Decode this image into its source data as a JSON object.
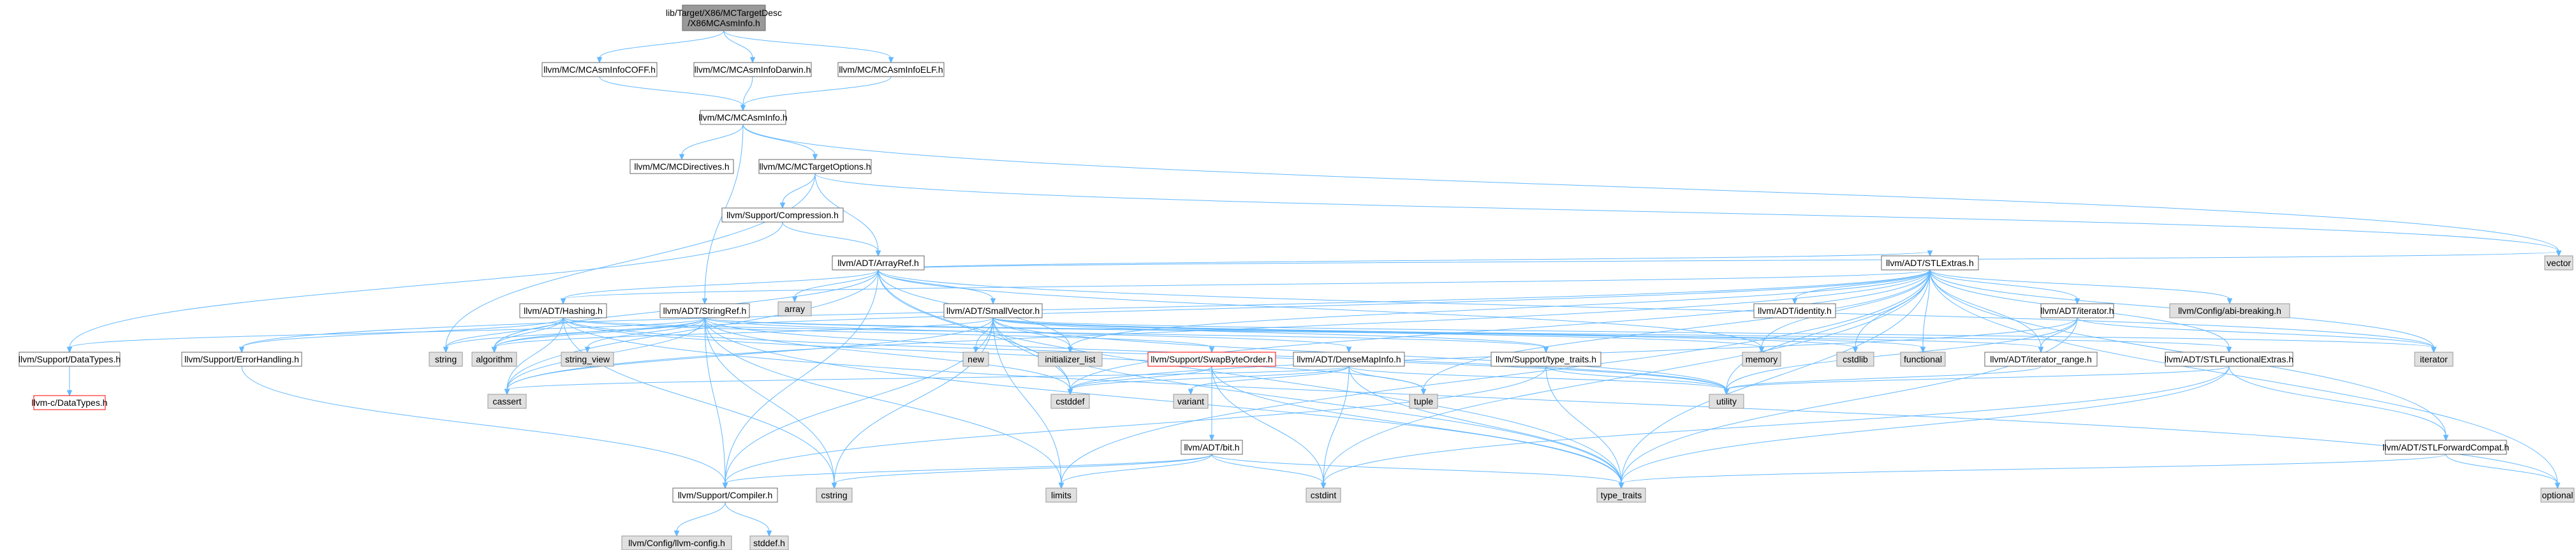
{
  "colors": {
    "edge": "#63b8ff",
    "root_fill": "#999999",
    "root_stroke": "#666666",
    "header_fill": "#ffffff",
    "header_stroke": "#666666",
    "external_fill": "#e0e0e0",
    "external_stroke": "#999999",
    "incomplete_stroke": "#ff0000",
    "text": "#000000"
  },
  "nodes": [
    {
      "id": "root",
      "lines": [
        "lib/Target/X86/MCTargetDesc",
        "/X86MCAsmInfo.h"
      ],
      "kind": "root"
    },
    {
      "id": "coff",
      "lines": [
        "llvm/MC/MCAsmInfoCOFF.h"
      ],
      "kind": "header"
    },
    {
      "id": "darwin",
      "lines": [
        "llvm/MC/MCAsmInfoDarwin.h"
      ],
      "kind": "header"
    },
    {
      "id": "elf",
      "lines": [
        "llvm/MC/MCAsmInfoELF.h"
      ],
      "kind": "header"
    },
    {
      "id": "asminfo",
      "lines": [
        "llvm/MC/MCAsmInfo.h"
      ],
      "kind": "header"
    },
    {
      "id": "directives",
      "lines": [
        "llvm/MC/MCDirectives.h"
      ],
      "kind": "header"
    },
    {
      "id": "targetopts",
      "lines": [
        "llvm/MC/MCTargetOptions.h"
      ],
      "kind": "header"
    },
    {
      "id": "compression",
      "lines": [
        "llvm/Support/Compression.h"
      ],
      "kind": "header"
    },
    {
      "id": "arrayref",
      "lines": [
        "llvm/ADT/ArrayRef.h"
      ],
      "kind": "header"
    },
    {
      "id": "array",
      "lines": [
        "array"
      ],
      "kind": "external"
    },
    {
      "id": "stlextras",
      "lines": [
        "llvm/ADT/STLExtras.h"
      ],
      "kind": "header"
    },
    {
      "id": "vector",
      "lines": [
        "vector"
      ],
      "kind": "external"
    },
    {
      "id": "hashing",
      "lines": [
        "llvm/ADT/Hashing.h"
      ],
      "kind": "header"
    },
    {
      "id": "stringref",
      "lines": [
        "llvm/ADT/StringRef.h"
      ],
      "kind": "header"
    },
    {
      "id": "smallvector",
      "lines": [
        "llvm/ADT/SmallVector.h"
      ],
      "kind": "header"
    },
    {
      "id": "identity",
      "lines": [
        "llvm/ADT/identity.h"
      ],
      "kind": "header"
    },
    {
      "id": "iterator",
      "lines": [
        "llvm/ADT/iterator.h"
      ],
      "kind": "header"
    },
    {
      "id": "abibreaking",
      "lines": [
        "llvm/Config/abi-breaking.h"
      ],
      "kind": "external"
    },
    {
      "id": "datatypes",
      "lines": [
        "llvm/Support/DataTypes.h"
      ],
      "kind": "header"
    },
    {
      "id": "cdatatypes",
      "lines": [
        "llvm-c/DataTypes.h"
      ],
      "kind": "incomplete"
    },
    {
      "id": "errorhandling",
      "lines": [
        "llvm/Support/ErrorHandling.h"
      ],
      "kind": "header"
    },
    {
      "id": "string",
      "lines": [
        "string"
      ],
      "kind": "external"
    },
    {
      "id": "algorithm",
      "lines": [
        "algorithm"
      ],
      "kind": "external"
    },
    {
      "id": "string_view",
      "lines": [
        "string_view"
      ],
      "kind": "external"
    },
    {
      "id": "cassert",
      "lines": [
        "cassert"
      ],
      "kind": "external"
    },
    {
      "id": "new",
      "lines": [
        "new"
      ],
      "kind": "external"
    },
    {
      "id": "initializer_list",
      "lines": [
        "initializer_list"
      ],
      "kind": "external"
    },
    {
      "id": "swapbyteorder",
      "lines": [
        "llvm/Support/SwapByteOrder.h"
      ],
      "kind": "incomplete"
    },
    {
      "id": "densemapinfo",
      "lines": [
        "llvm/ADT/DenseMapInfo.h"
      ],
      "kind": "header"
    },
    {
      "id": "typetraits_h",
      "lines": [
        "llvm/Support/type_traits.h"
      ],
      "kind": "header"
    },
    {
      "id": "memory",
      "lines": [
        "memory"
      ],
      "kind": "external"
    },
    {
      "id": "cstdlib",
      "lines": [
        "cstdlib"
      ],
      "kind": "external"
    },
    {
      "id": "functional",
      "lines": [
        "functional"
      ],
      "kind": "external"
    },
    {
      "id": "iterator_range",
      "lines": [
        "llvm/ADT/iterator_range.h"
      ],
      "kind": "header"
    },
    {
      "id": "iterator_std",
      "lines": [
        "iterator"
      ],
      "kind": "external"
    },
    {
      "id": "stlfunctional",
      "lines": [
        "llvm/ADT/STLFunctionalExtras.h"
      ],
      "kind": "header"
    },
    {
      "id": "cstddef",
      "lines": [
        "cstddef"
      ],
      "kind": "external"
    },
    {
      "id": "variant",
      "lines": [
        "variant"
      ],
      "kind": "external"
    },
    {
      "id": "bit",
      "lines": [
        "llvm/ADT/bit.h"
      ],
      "kind": "header"
    },
    {
      "id": "tuple",
      "lines": [
        "tuple"
      ],
      "kind": "external"
    },
    {
      "id": "utility",
      "lines": [
        "utility"
      ],
      "kind": "external"
    },
    {
      "id": "stlforward",
      "lines": [
        "llvm/ADT/STLForwardCompat.h"
      ],
      "kind": "header"
    },
    {
      "id": "compiler",
      "lines": [
        "llvm/Support/Compiler.h"
      ],
      "kind": "header"
    },
    {
      "id": "cstring",
      "lines": [
        "cstring"
      ],
      "kind": "external"
    },
    {
      "id": "limits",
      "lines": [
        "limits"
      ],
      "kind": "external"
    },
    {
      "id": "cstdint",
      "lines": [
        "cstdint"
      ],
      "kind": "external"
    },
    {
      "id": "type_traits",
      "lines": [
        "type_traits"
      ],
      "kind": "external"
    },
    {
      "id": "optional",
      "lines": [
        "optional"
      ],
      "kind": "external"
    },
    {
      "id": "llvmconfig",
      "lines": [
        "llvm/Config/llvm-config.h"
      ],
      "kind": "external"
    },
    {
      "id": "stddef",
      "lines": [
        "stddef.h"
      ],
      "kind": "external"
    }
  ],
  "edges": [
    [
      "root",
      "coff"
    ],
    [
      "root",
      "darwin"
    ],
    [
      "root",
      "elf"
    ],
    [
      "coff",
      "asminfo"
    ],
    [
      "darwin",
      "asminfo"
    ],
    [
      "elf",
      "asminfo"
    ],
    [
      "asminfo",
      "directives"
    ],
    [
      "asminfo",
      "targetopts"
    ],
    [
      "asminfo",
      "stringref"
    ],
    [
      "asminfo",
      "vector"
    ],
    [
      "targetopts",
      "compression"
    ],
    [
      "targetopts",
      "arrayref"
    ],
    [
      "targetopts",
      "string"
    ],
    [
      "targetopts",
      "vector"
    ],
    [
      "compression",
      "arrayref"
    ],
    [
      "compression",
      "datatypes"
    ],
    [
      "arrayref",
      "array"
    ],
    [
      "arrayref",
      "stlextras"
    ],
    [
      "arrayref",
      "hashing"
    ],
    [
      "arrayref",
      "smallvector"
    ],
    [
      "arrayref",
      "compiler"
    ],
    [
      "arrayref",
      "algorithm"
    ],
    [
      "arrayref",
      "cassert"
    ],
    [
      "arrayref",
      "cstddef"
    ],
    [
      "arrayref",
      "initializer_list"
    ],
    [
      "arrayref",
      "iterator_std"
    ],
    [
      "arrayref",
      "memory"
    ],
    [
      "arrayref",
      "type_traits"
    ],
    [
      "arrayref",
      "vector"
    ],
    [
      "stlextras",
      "hashing"
    ],
    [
      "stlextras",
      "stlforward"
    ],
    [
      "stlextras",
      "stlfunctional"
    ],
    [
      "stlextras",
      "identity"
    ],
    [
      "stlextras",
      "iterator"
    ],
    [
      "stlextras",
      "iterator_range"
    ],
    [
      "stlextras",
      "abibreaking"
    ],
    [
      "stlextras",
      "errorhandling"
    ],
    [
      "stlextras",
      "algorithm"
    ],
    [
      "stlextras",
      "cassert"
    ],
    [
      "stlextras",
      "cstddef"
    ],
    [
      "stlextras",
      "cstdint"
    ],
    [
      "stlextras",
      "cstdlib"
    ],
    [
      "stlextras",
      "functional"
    ],
    [
      "stlextras",
      "initializer_list"
    ],
    [
      "stlextras",
      "iterator_std"
    ],
    [
      "stlextras",
      "limits"
    ],
    [
      "stlextras",
      "memory"
    ],
    [
      "stlextras",
      "optional"
    ],
    [
      "stlextras",
      "tuple"
    ],
    [
      "stlextras",
      "type_traits"
    ],
    [
      "stlextras",
      "utility"
    ],
    [
      "hashing",
      "errorhandling"
    ],
    [
      "hashing",
      "swapbyteorder"
    ],
    [
      "hashing",
      "typetraits_h"
    ],
    [
      "hashing",
      "algorithm"
    ],
    [
      "hashing",
      "cassert"
    ],
    [
      "hashing",
      "cstring"
    ],
    [
      "hashing",
      "optional"
    ],
    [
      "hashing",
      "string"
    ],
    [
      "hashing",
      "tuple"
    ],
    [
      "hashing",
      "utility"
    ],
    [
      "stringref",
      "datatypes"
    ],
    [
      "stringref",
      "densemapinfo"
    ],
    [
      "stringref",
      "stlfunctional"
    ],
    [
      "stringref",
      "iterator_range"
    ],
    [
      "stringref",
      "compiler"
    ],
    [
      "stringref",
      "algorithm"
    ],
    [
      "stringref",
      "cassert"
    ],
    [
      "stringref",
      "cstddef"
    ],
    [
      "stringref",
      "cstring"
    ],
    [
      "stringref",
      "limits"
    ],
    [
      "stringref",
      "string"
    ],
    [
      "stringref",
      "string_view"
    ],
    [
      "stringref",
      "type_traits"
    ],
    [
      "stringref",
      "utility"
    ],
    [
      "smallvector",
      "compiler"
    ],
    [
      "smallvector",
      "typetraits_h"
    ],
    [
      "smallvector",
      "algorithm"
    ],
    [
      "smallvector",
      "cassert"
    ],
    [
      "smallvector",
      "cstddef"
    ],
    [
      "smallvector",
      "cstdlib"
    ],
    [
      "smallvector",
      "cstring"
    ],
    [
      "smallvector",
      "functional"
    ],
    [
      "smallvector",
      "initializer_list"
    ],
    [
      "smallvector",
      "iterator_std"
    ],
    [
      "smallvector",
      "limits"
    ],
    [
      "smallvector",
      "memory"
    ],
    [
      "smallvector",
      "new"
    ],
    [
      "smallvector",
      "type_traits"
    ],
    [
      "smallvector",
      "utility"
    ],
    [
      "iterator",
      "iterator_range"
    ],
    [
      "iterator",
      "cstddef"
    ],
    [
      "iterator",
      "iterator_std"
    ],
    [
      "iterator",
      "type_traits"
    ],
    [
      "iterator",
      "utility"
    ],
    [
      "datatypes",
      "cdatatypes"
    ],
    [
      "errorhandling",
      "compiler"
    ],
    [
      "swapbyteorder",
      "bit"
    ],
    [
      "swapbyteorder",
      "cstddef"
    ],
    [
      "swapbyteorder",
      "cstdint"
    ],
    [
      "swapbyteorder",
      "type_traits"
    ],
    [
      "densemapinfo",
      "cassert"
    ],
    [
      "densemapinfo",
      "cstddef"
    ],
    [
      "densemapinfo",
      "cstdint"
    ],
    [
      "densemapinfo",
      "tuple"
    ],
    [
      "densemapinfo",
      "type_traits"
    ],
    [
      "densemapinfo",
      "utility"
    ],
    [
      "densemapinfo",
      "variant"
    ],
    [
      "typetraits_h",
      "compiler"
    ],
    [
      "typetraits_h",
      "type_traits"
    ],
    [
      "typetraits_h",
      "utility"
    ],
    [
      "bit",
      "compiler"
    ],
    [
      "bit",
      "cstdint"
    ],
    [
      "bit",
      "limits"
    ],
    [
      "bit",
      "type_traits"
    ],
    [
      "bit",
      "cstring"
    ],
    [
      "stlfunctional",
      "stlforward"
    ],
    [
      "stlfunctional",
      "cstdint"
    ],
    [
      "stlfunctional",
      "type_traits"
    ],
    [
      "stlfunctional",
      "utility"
    ],
    [
      "stlforward",
      "optional"
    ],
    [
      "stlforward",
      "type_traits"
    ],
    [
      "iterator_range",
      "utility"
    ],
    [
      "compiler",
      "llvmconfig"
    ],
    [
      "compiler",
      "stddef"
    ]
  ]
}
